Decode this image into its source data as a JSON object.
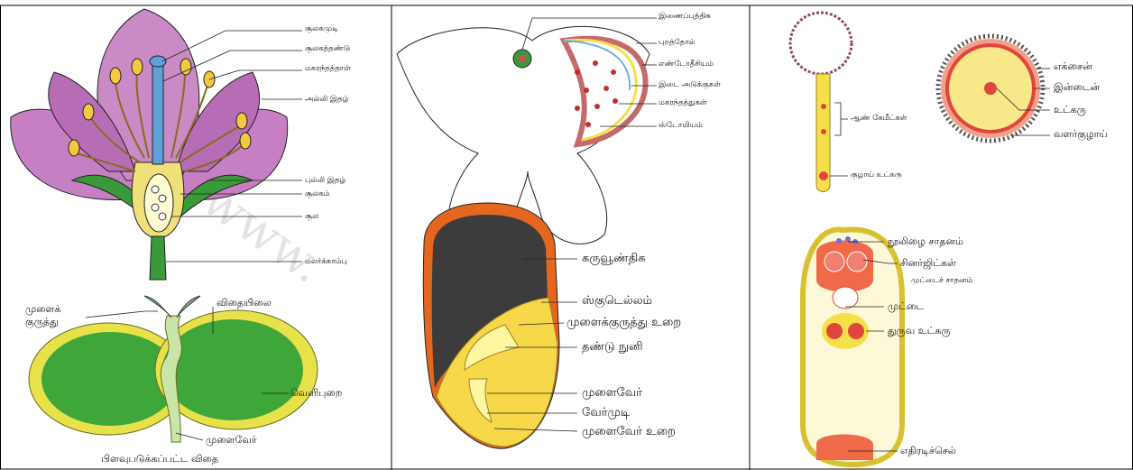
{
  "flower": {
    "stigma": "சூலகமுடி",
    "style": "சூலகத்தண்டு",
    "anther": "மகரந்தத்தாள்",
    "petal": "அல்லி இதழ்",
    "sepal": "புல்லி இதழ்",
    "ovary": "சூலகம்",
    "ovule": "சூல",
    "pedicel": "மலர்க்காம்பு"
  },
  "dicot_seed": {
    "plumule": "முளைக் குருத்து",
    "cotyledon": "விதையிலை",
    "seed_coat": "வெளிபுறை",
    "radicle": "முளைவேர்",
    "caption": "பிளவுபடுக்கப்பட்ட விதை"
  },
  "anther_section": {
    "connective": "இணைப்புத்திசு",
    "epidermis": "புறத்தோல்",
    "endothecium": "எண்டோதீசியம்",
    "middle_layers": "இடை அடுக்குகள்",
    "pollen": "மகரந்தத்துகள்",
    "stomium": "ஸ்டோமியம்"
  },
  "maize_grain": {
    "endosperm": "கருவூண்திசு",
    "scutellum": "ஸ்குடெல்லம்",
    "coleoptile": "முளைக்குருத்து உறை",
    "plumule": "தண்டு நுனி",
    "radicle": "முளைவேர்",
    "root_cap": "வேர்முடி",
    "coleorhiza": "முளைவேர் உறை"
  },
  "pollen_grain": {
    "exine": "எக்சைன்",
    "intine": "இன்டைன்",
    "nucleus": "உட்கரு",
    "pollen_tube": "வளர்குழாய்",
    "male_gametes": "ஆண் கேமீட்கள்",
    "tube_nucleus": "குழாய் உட்கரு"
  },
  "embryo_sac": {
    "filiform": "நூலிழை சாதனம்",
    "synergids": "சினர்ஜிட்கள்",
    "egg_apparatus": "முட்டைச் சாதனம்",
    "egg": "முட்டை",
    "polar_nuclei": "துருவ உட்கரு",
    "antipodals": "எதிரடிச்செல்"
  },
  "colors": {
    "petal": "#c77fc4",
    "sepal": "#3a9a3a",
    "yellow": "#f5e04a",
    "red": "#e0463c",
    "green": "#2f9a3a",
    "purple": "#7b6fc9"
  }
}
